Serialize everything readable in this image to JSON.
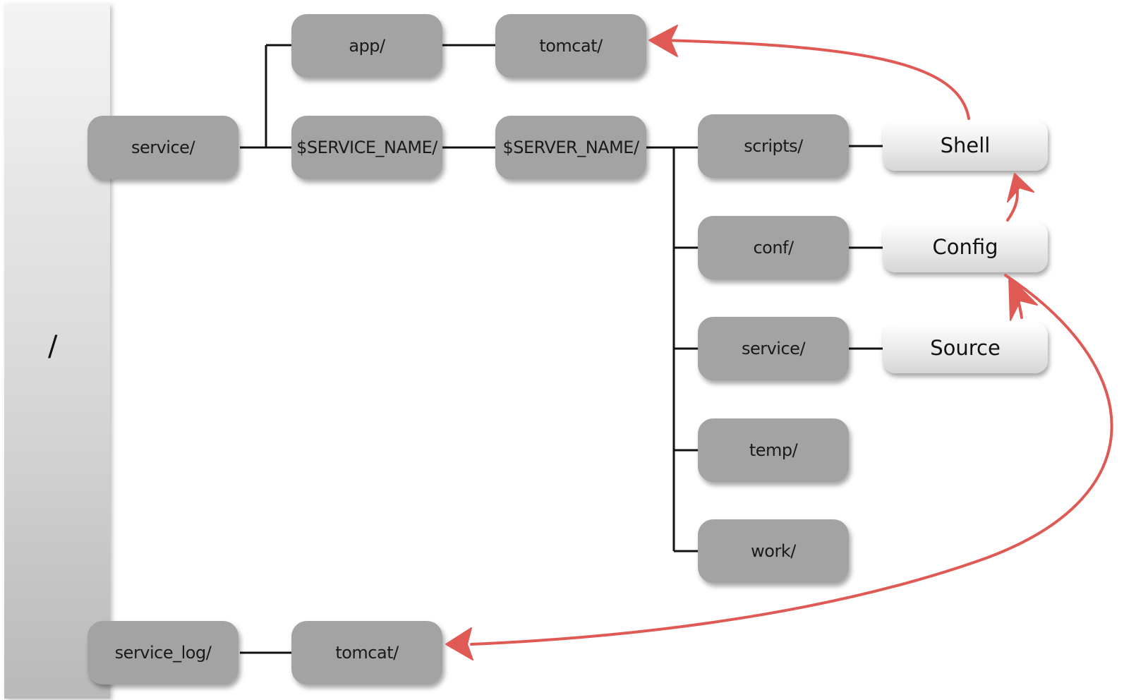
{
  "root": {
    "label": "/"
  },
  "nodes": {
    "service": "service/",
    "app": "app/",
    "tomcat_app": "tomcat/",
    "service_name": "$SERVICE_NAME/",
    "server_name": "$SERVER_NAME/",
    "scripts": "scripts/",
    "conf": "conf/",
    "service_sub": "service/",
    "temp": "temp/",
    "work": "work/",
    "service_log": "service_log/",
    "tomcat_log": "tomcat/"
  },
  "files": {
    "shell": "Shell",
    "config": "Config",
    "source": "Source"
  },
  "colors": {
    "folder_fill": "#a3a3a3",
    "arrow": "#e05a55",
    "connector": "#111111"
  }
}
